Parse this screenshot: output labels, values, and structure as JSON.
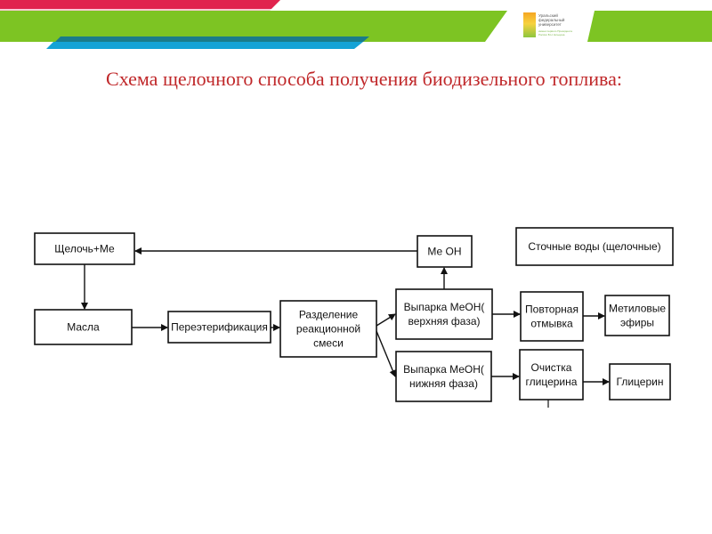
{
  "slide": {
    "title": "Схема щелочного способа получения биодизельного топлива:",
    "logo": {
      "text": "Уральский федеральный университет",
      "subtext": "имени первого Президента России Б.Н. Ельцина"
    }
  },
  "colors": {
    "title": "#c0282a",
    "band_red": "#e0234e",
    "band_green": "#7dc423",
    "band_teal": "#1a7c8a",
    "band_blue": "#14a3d6"
  },
  "flowchart": {
    "nodes": [
      {
        "id": "alkali_me",
        "lines": [
          "Щелочь+Ме"
        ]
      },
      {
        "id": "meoh",
        "lines": [
          "Ме ОН"
        ]
      },
      {
        "id": "wastewater",
        "lines": [
          "Сточные воды (щелочные)"
        ]
      },
      {
        "id": "oils",
        "lines": [
          "Масла"
        ]
      },
      {
        "id": "transesterification",
        "lines": [
          "Переэтерификация"
        ]
      },
      {
        "id": "separation",
        "lines": [
          "Разделение",
          "реакционной",
          "смеси"
        ]
      },
      {
        "id": "evap_upper",
        "lines": [
          "Выпарка МеОН(",
          "верхняя фаза)"
        ]
      },
      {
        "id": "rewash",
        "lines": [
          "Повторная",
          "отмывка"
        ]
      },
      {
        "id": "methyl_esters",
        "lines": [
          "Метиловые",
          "эфиры"
        ]
      },
      {
        "id": "evap_lower",
        "lines": [
          "Выпарка МеОН(",
          "нижняя фаза)"
        ]
      },
      {
        "id": "glycerin_purification",
        "lines": [
          "Очистка",
          "глицерина"
        ]
      },
      {
        "id": "glycerin",
        "lines": [
          "Глицерин"
        ]
      }
    ],
    "edges": [
      {
        "from": "evap_upper",
        "to": "meoh"
      },
      {
        "from": "meoh",
        "to": "alkali_me"
      },
      {
        "from": "alkali_me",
        "to": "oils"
      },
      {
        "from": "oils",
        "to": "transesterification"
      },
      {
        "from": "transesterification",
        "to": "separation"
      },
      {
        "from": "separation",
        "to": "evap_upper"
      },
      {
        "from": "separation",
        "to": "evap_lower"
      },
      {
        "from": "evap_upper",
        "to": "rewash"
      },
      {
        "from": "rewash",
        "to": "methyl_esters"
      },
      {
        "from": "evap_lower",
        "to": "glycerin_purification"
      },
      {
        "from": "glycerin_purification",
        "to": "glycerin"
      }
    ]
  }
}
